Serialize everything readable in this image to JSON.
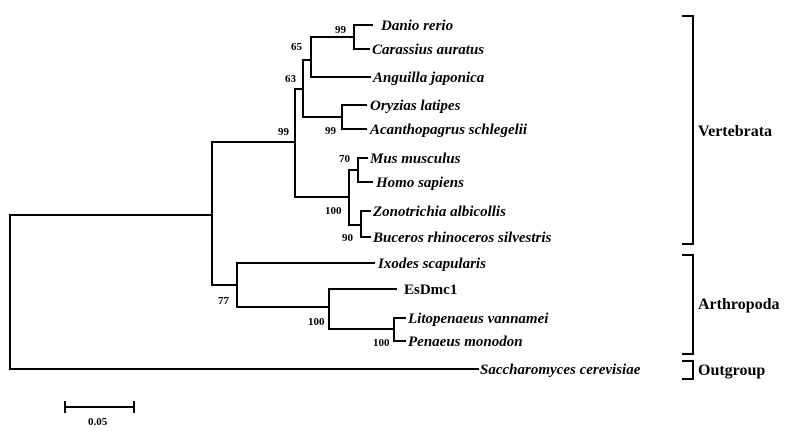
{
  "taxa": [
    {
      "id": "danio",
      "label": "Danio rerio",
      "italic": true
    },
    {
      "id": "carassius",
      "label": "Carassius auratus",
      "italic": true
    },
    {
      "id": "anguilla",
      "label": "Anguilla japonica",
      "italic": true
    },
    {
      "id": "oryzias",
      "label": "Oryzias latipes",
      "italic": true
    },
    {
      "id": "acanthopagrus",
      "label": "Acanthopagrus schlegelii",
      "italic": true
    },
    {
      "id": "mus",
      "label": "Mus musculus",
      "italic": true
    },
    {
      "id": "homo",
      "label": "Homo sapiens",
      "italic": true
    },
    {
      "id": "zonotrichia",
      "label": "Zonotrichia albicollis",
      "italic": true
    },
    {
      "id": "buceros",
      "label": "Buceros rhinoceros silvestris",
      "italic": true
    },
    {
      "id": "ixodes",
      "label": "Ixodes scapularis",
      "italic": true
    },
    {
      "id": "esdmc1",
      "label": "EsDmc1",
      "italic": false
    },
    {
      "id": "litopenaeus",
      "label": "Litopenaeus vannamei",
      "italic": true
    },
    {
      "id": "penaeus",
      "label": "Penaeus monodon",
      "italic": true
    },
    {
      "id": "saccharomyces",
      "label": "Saccharomyces cerevisiae",
      "italic": true
    }
  ],
  "support_values": {
    "danio_carassius": "99",
    "cyprinid_anguilla": "65",
    "fish_group": "63",
    "oryzias_acanthopagrus": "99",
    "vertebrata": "99",
    "mus_homo": "70",
    "mammal_bird": "100",
    "zonotrichia_buceros": "90",
    "arthropoda": "77",
    "esdmc1_shrimp": "100",
    "litopenaeus_penaeus": "100"
  },
  "groups": [
    {
      "id": "vertebrata",
      "label": "Vertebrata"
    },
    {
      "id": "arthropoda",
      "label": "Arthropoda"
    },
    {
      "id": "outgroup",
      "label": "Outgroup"
    }
  ],
  "scale_bar": {
    "label": "0.05"
  }
}
